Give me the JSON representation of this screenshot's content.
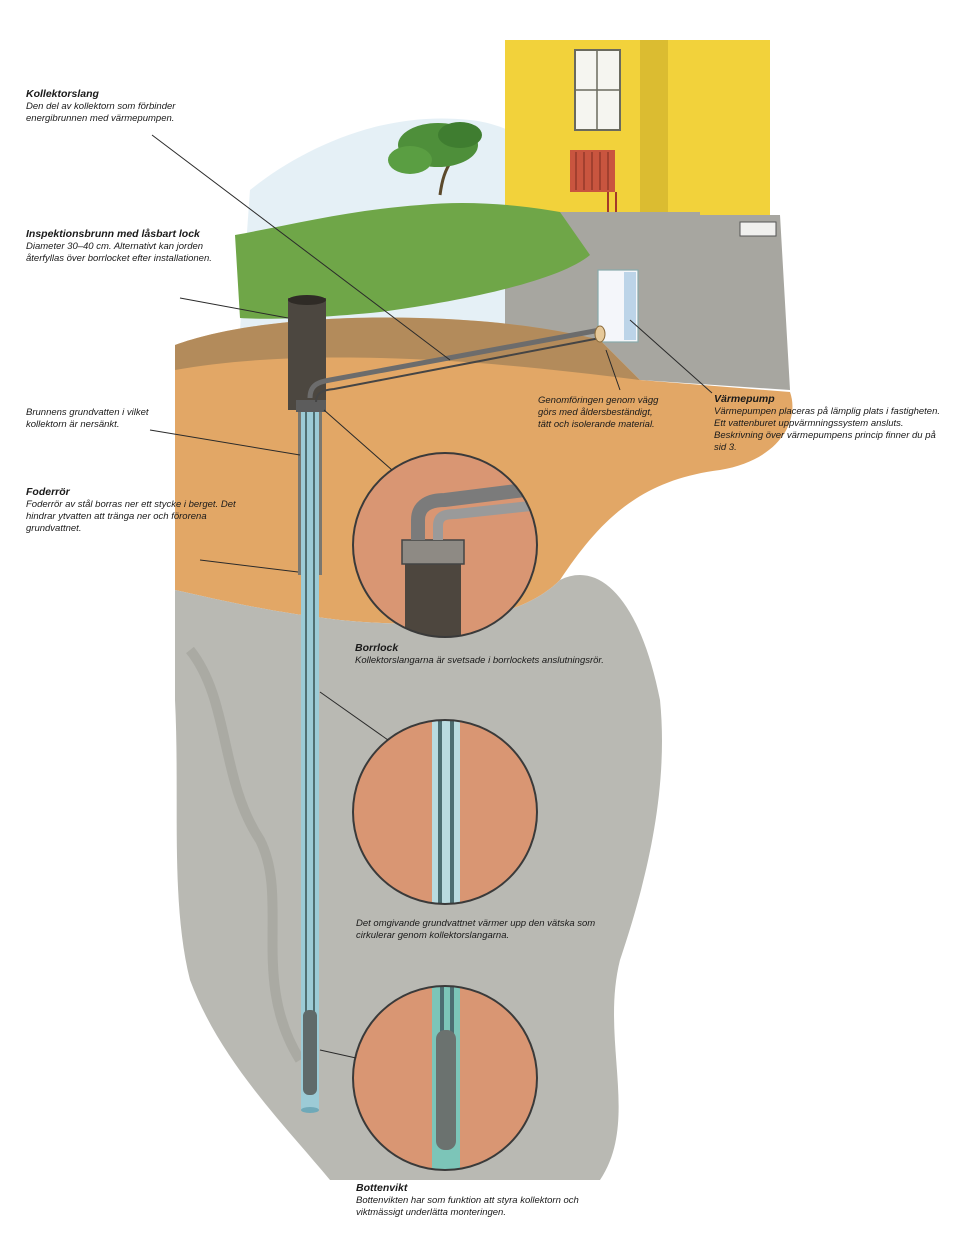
{
  "labels": {
    "kollektorslang": {
      "title": "Kollektorslang",
      "text": "Den del av kollektorn som förbinder energibrunnen med värmepumpen."
    },
    "inspektionsbrunn": {
      "title": "Inspektionsbrunn med låsbart lock",
      "text": "Diameter 30–40 cm. Alternativt kan jorden återfyllas över borrlocket efter installationen."
    },
    "grundvatten": {
      "text": "Brunnens grundvatten i vilket kollektorn är nersänkt."
    },
    "foderror": {
      "title": "Foderrör",
      "text": "Foderrör av stål borras ner ett stycke i berget. Det hindrar ytvatten att tränga ner och förorena grundvattnet."
    },
    "genomforing": {
      "text": "Genomföringen genom vägg görs med åldersbeständigt, tätt och isolerande material."
    },
    "varmepump": {
      "title": "Värmepump",
      "text": "Värmepumpen placeras på lämplig plats i fastigheten. Ett vattenburet uppvärmningssystem ansluts. Beskrivning över värmepumpens princip finner du på sid 3."
    },
    "borrlock": {
      "title": "Borrlock",
      "text": "Kollektorslangarna är svetsade i borrlockets anslutningsrör."
    },
    "omgivande": {
      "text": "Det omgivande grundvattnet värmer upp den vätska som cirkulerar genom kollektorslangarna."
    },
    "bottenvikt": {
      "title": "Bottenvikt",
      "text": "Bottenvikten har som funktion att styra kollektorn och viktmässigt underlätta monteringen."
    }
  },
  "colors": {
    "sky": "#cfe3ef",
    "grass": "#6fa648",
    "soil": "#e2a766",
    "rock": "#b9b9b3",
    "house_wall": "#f2d23b",
    "foundation": "#a7a6a0",
    "casing": "#4c4740",
    "borehole_water": "#9ccbd6",
    "pipe": "#6c6c6c",
    "radiator": "#c9553f",
    "detail_bg": "#d99673",
    "leader": "#2a2a2a"
  }
}
